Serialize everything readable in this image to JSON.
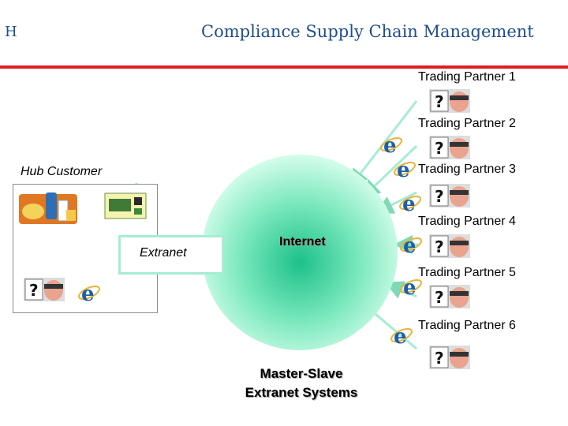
{
  "header": {
    "letter": "H",
    "title": "Compliance Supply Chain Management"
  },
  "hub": {
    "label": "Hub Customer",
    "extranet_label": "Extranet"
  },
  "internet": {
    "label": "Internet",
    "caption_line1": "Master-Slave",
    "caption_line2": "Extranet Systems"
  },
  "partners": [
    {
      "label": "Trading Partner 1"
    },
    {
      "label": "Trading Partner 2"
    },
    {
      "label": "Trading Partner 3"
    },
    {
      "label": "Trading Partner 4"
    },
    {
      "label": "Trading Partner 5"
    },
    {
      "label": "Trading Partner 6"
    }
  ],
  "icons": {
    "partner": "unknown-user-icon",
    "browser": "internet-explorer-icon",
    "goods": "products-icon",
    "board": "circuit-board-icon"
  },
  "colors": {
    "title": "#1f4e8c",
    "rule": "#d9201f",
    "connector": "#a6ecd2",
    "globe_center": "#1dc08a",
    "globe_edge": "#c8fce6"
  }
}
